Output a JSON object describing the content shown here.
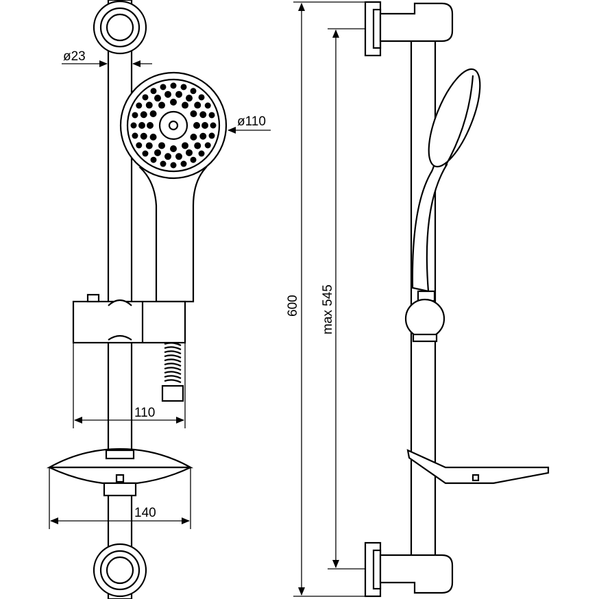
{
  "dimensions": {
    "rail_diameter": "ø23",
    "head_diameter": "ø110",
    "slider_projection": "110",
    "soap_dish_width": "140",
    "total_height": "600",
    "max_adjust": "max 545"
  },
  "colors": {
    "line": "#000000",
    "background": "#ffffff"
  }
}
